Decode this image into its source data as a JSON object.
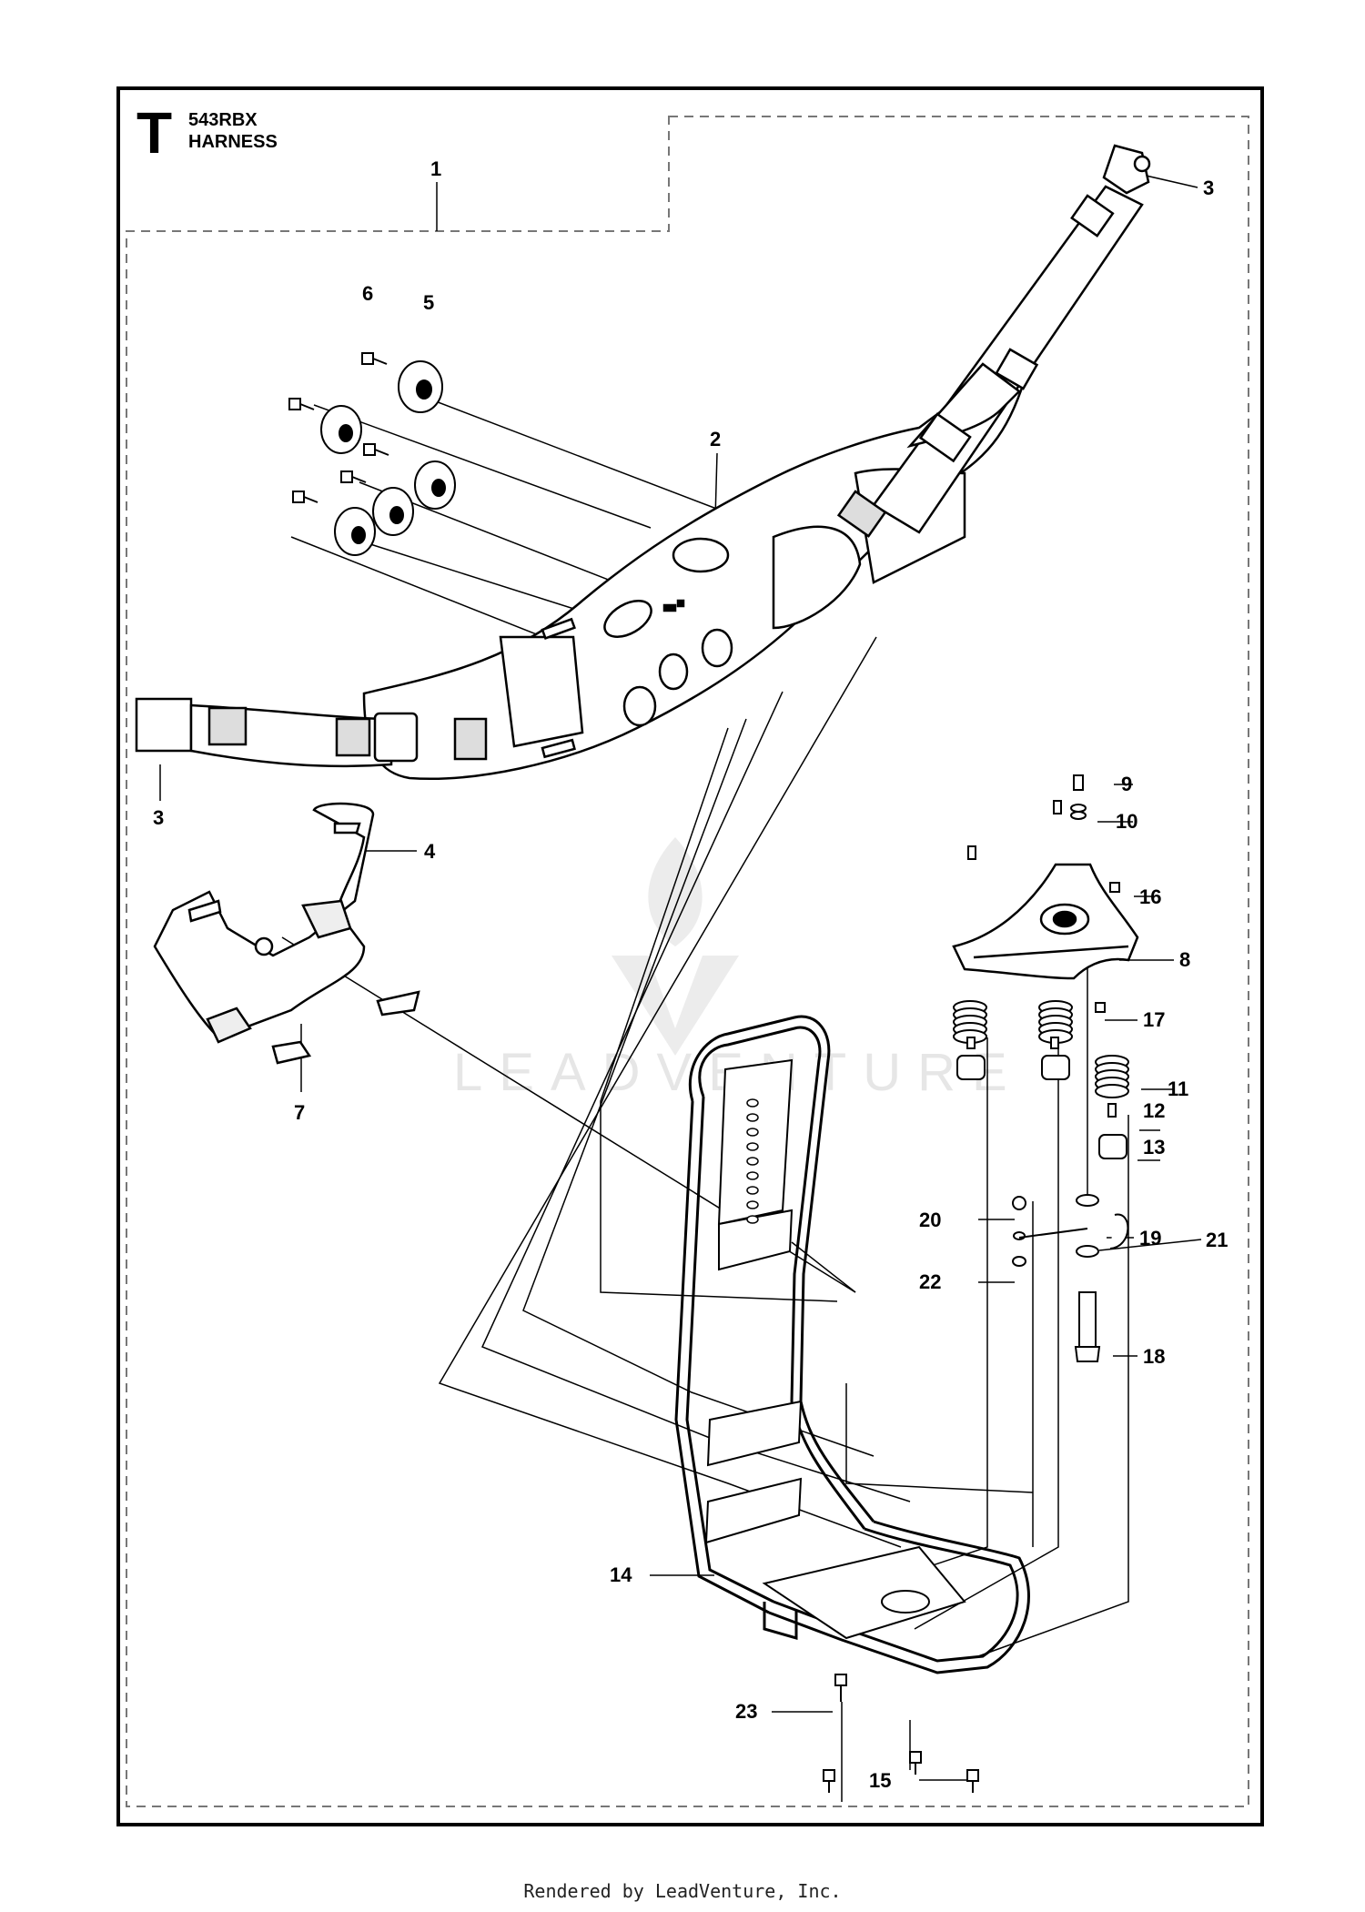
{
  "sheet": {
    "letter": "T",
    "model": "543RBX",
    "title": "HARNESS"
  },
  "callouts": {
    "c1": "1",
    "c2": "2",
    "c3a": "3",
    "c3b": "3",
    "c4": "4",
    "c5": "5",
    "c6": "6",
    "c7": "7",
    "c8": "8",
    "c9": "9",
    "c10": "10",
    "c11": "11",
    "c12": "12",
    "c13": "13",
    "c14": "14",
    "c15": "15",
    "c16": "16",
    "c17": "17",
    "c18": "18",
    "c19": "19",
    "c20": "20",
    "c21": "21",
    "c22": "22",
    "c23": "23"
  },
  "watermark": "LEADVENTURE",
  "footer": "Rendered by LeadVenture, Inc."
}
